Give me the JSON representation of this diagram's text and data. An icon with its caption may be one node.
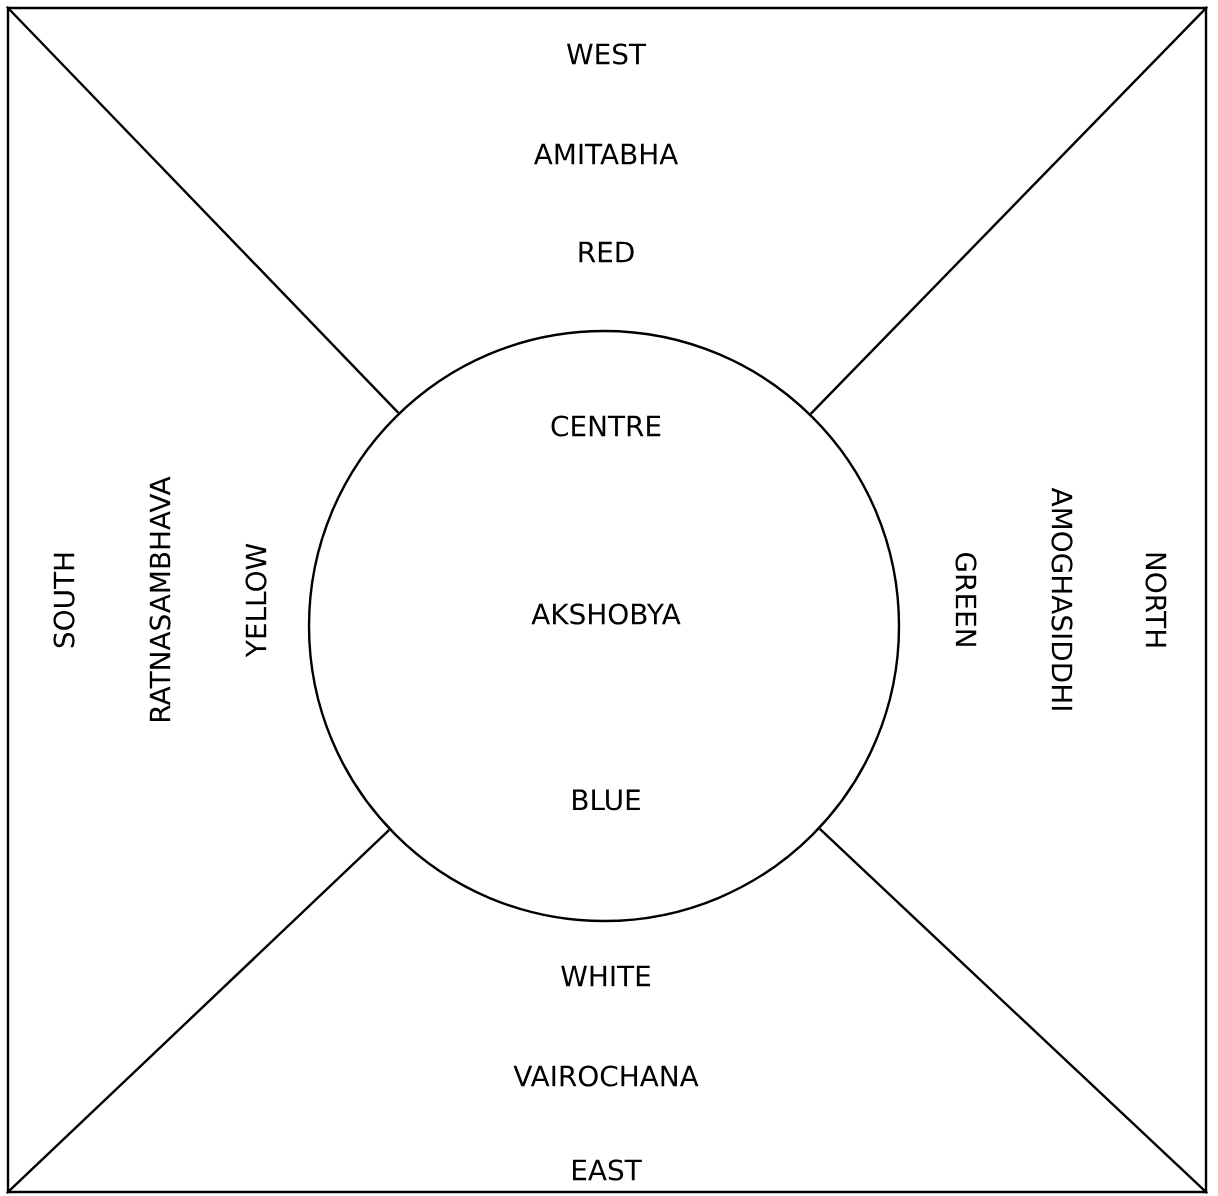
{
  "diagram": {
    "nodes": [
      {
        "text": [
          "WEST",
          "AMITABHA",
          "RED",
          "SOUTH",
          "RATNASAMBHAVA",
          "YELLOW",
          "GREEN",
          "AMOGHASIDDHI",
          "NORTH",
          "WHITE",
          "VAIROCHANA",
          "EAST"
        ]
      },
      {
        "text": [
          "CENTRE",
          "AKSHOBYA",
          "BLUE"
        ],
        "in": 0
      }
    ],
    "edges": [
      {
        "from": 0,
        "to": 1,
        "arrow": "none"
      },
      {
        "from": 0,
        "to": 1,
        "arrow": "none"
      },
      {
        "from": 0,
        "to": 1,
        "arrow": "none"
      },
      {
        "from": 0,
        "to": 1,
        "arrow": "none"
      }
    ]
  }
}
